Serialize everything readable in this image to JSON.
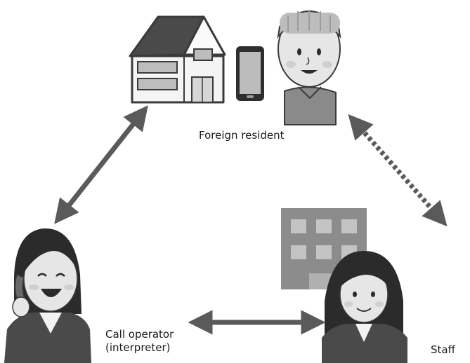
{
  "labels": {
    "resident": "Foreign resident",
    "operator_line1": "Call operator",
    "operator_line2": "(interpreter)",
    "staff": "Staff"
  },
  "colors": {
    "arrow": "#5a5a5a",
    "outline": "#3a3a3a",
    "skin": "#e6e6e6",
    "hair_dark": "#2b2b2b",
    "suit": "#4a4a4a",
    "building": "#8c8c8c"
  },
  "connections": [
    {
      "from": "resident",
      "to": "operator",
      "style": "solid"
    },
    {
      "from": "operator",
      "to": "staff",
      "style": "solid"
    },
    {
      "from": "staff",
      "to": "resident",
      "style": "dotted"
    }
  ]
}
